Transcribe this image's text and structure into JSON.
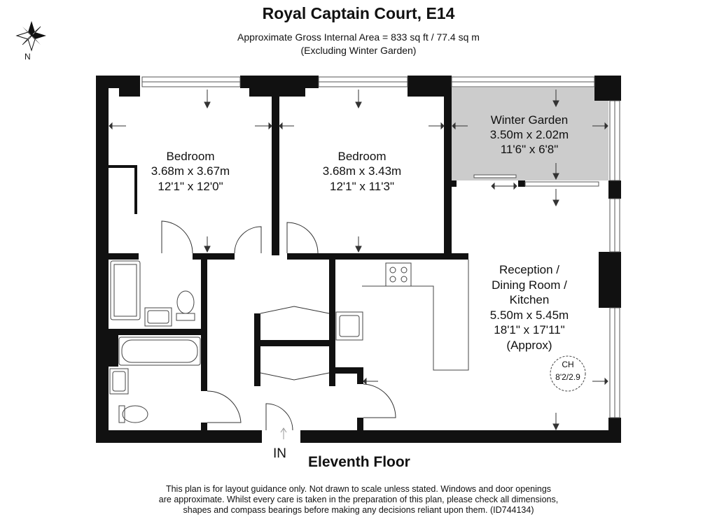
{
  "header": {
    "title": "Royal Captain Court, E14",
    "area_line": "Approximate Gross Internal Area = 833 sq ft / 77.4 sq m",
    "area_note": "(Excluding Winter Garden)"
  },
  "compass": {
    "label": "N"
  },
  "rooms": {
    "bedroom1": {
      "name": "Bedroom",
      "metric": "3.68m x 3.67m",
      "imperial": "12'1\" x 12'0\""
    },
    "bedroom2": {
      "name": "Bedroom",
      "metric": "3.68m x 3.43m",
      "imperial": "12'1\" x 11'3\""
    },
    "winter_garden": {
      "name": "Winter Garden",
      "metric": "3.50m x 2.02m",
      "imperial": "11'6\" x 6'8\""
    },
    "reception": {
      "name_line1": "Reception /",
      "name_line2": "Dining Room /",
      "name_line3": "Kitchen",
      "metric": "5.50m x 5.45m",
      "imperial": "18'1\" x 17'11\"",
      "note": "(Approx)"
    }
  },
  "ceiling": {
    "label": "CH",
    "value": "8'2/2.9"
  },
  "entrance": {
    "label": "IN"
  },
  "floor_label": "Eleventh Floor",
  "disclaimer": {
    "line1": "This plan is for layout guidance only. Not drawn to scale unless stated. Windows and door openings",
    "line2": "are approximate. Whilst every care is taken in the preparation of this plan, please check all dimensions,",
    "line3": "shapes and compass bearings before making any decisions reliant upon them. (ID744134)"
  },
  "colors": {
    "wall": "#111111",
    "winter_garden_fill": "#cccccc",
    "line": "#333333"
  }
}
